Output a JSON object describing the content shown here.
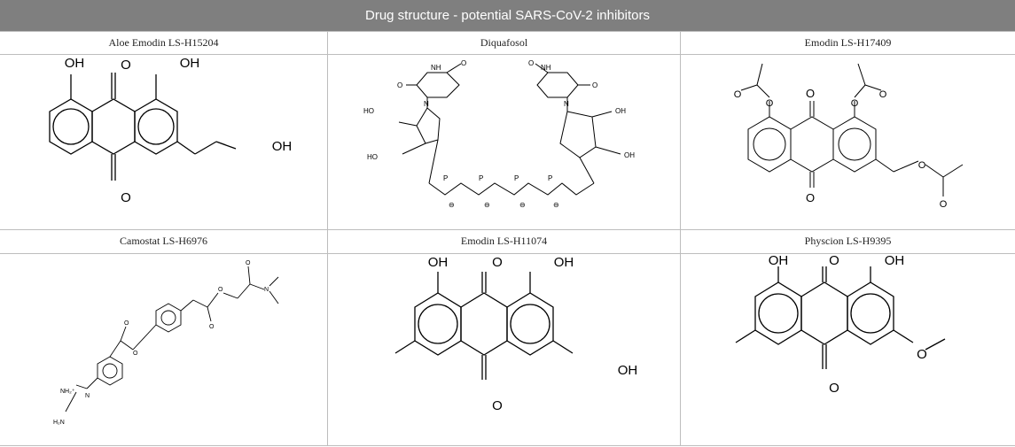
{
  "table": {
    "title": "Drug structure - potential SARS-CoV-2 inhibitors",
    "cells": [
      {
        "label": "Aloe Emodin LS-H15204"
      },
      {
        "label": "Diquafosol"
      },
      {
        "label": "Emodin LS-H17409"
      },
      {
        "label": "Camostat LS-H6976"
      },
      {
        "label": "Emodin LS-H11074"
      },
      {
        "label": "Physcion LS-H9395"
      }
    ]
  },
  "atoms": {
    "OH": "OH",
    "O": "O",
    "HO": "HO",
    "NH": "NH",
    "N": "N",
    "P": "P",
    "minus": "⊖",
    "NH2plus": "NH₂⁺",
    "H2N": "H₂N"
  },
  "colors": {
    "header_bg": "#7f7f7f",
    "header_text": "#ffffff",
    "grid_line": "#bdbdbd"
  }
}
